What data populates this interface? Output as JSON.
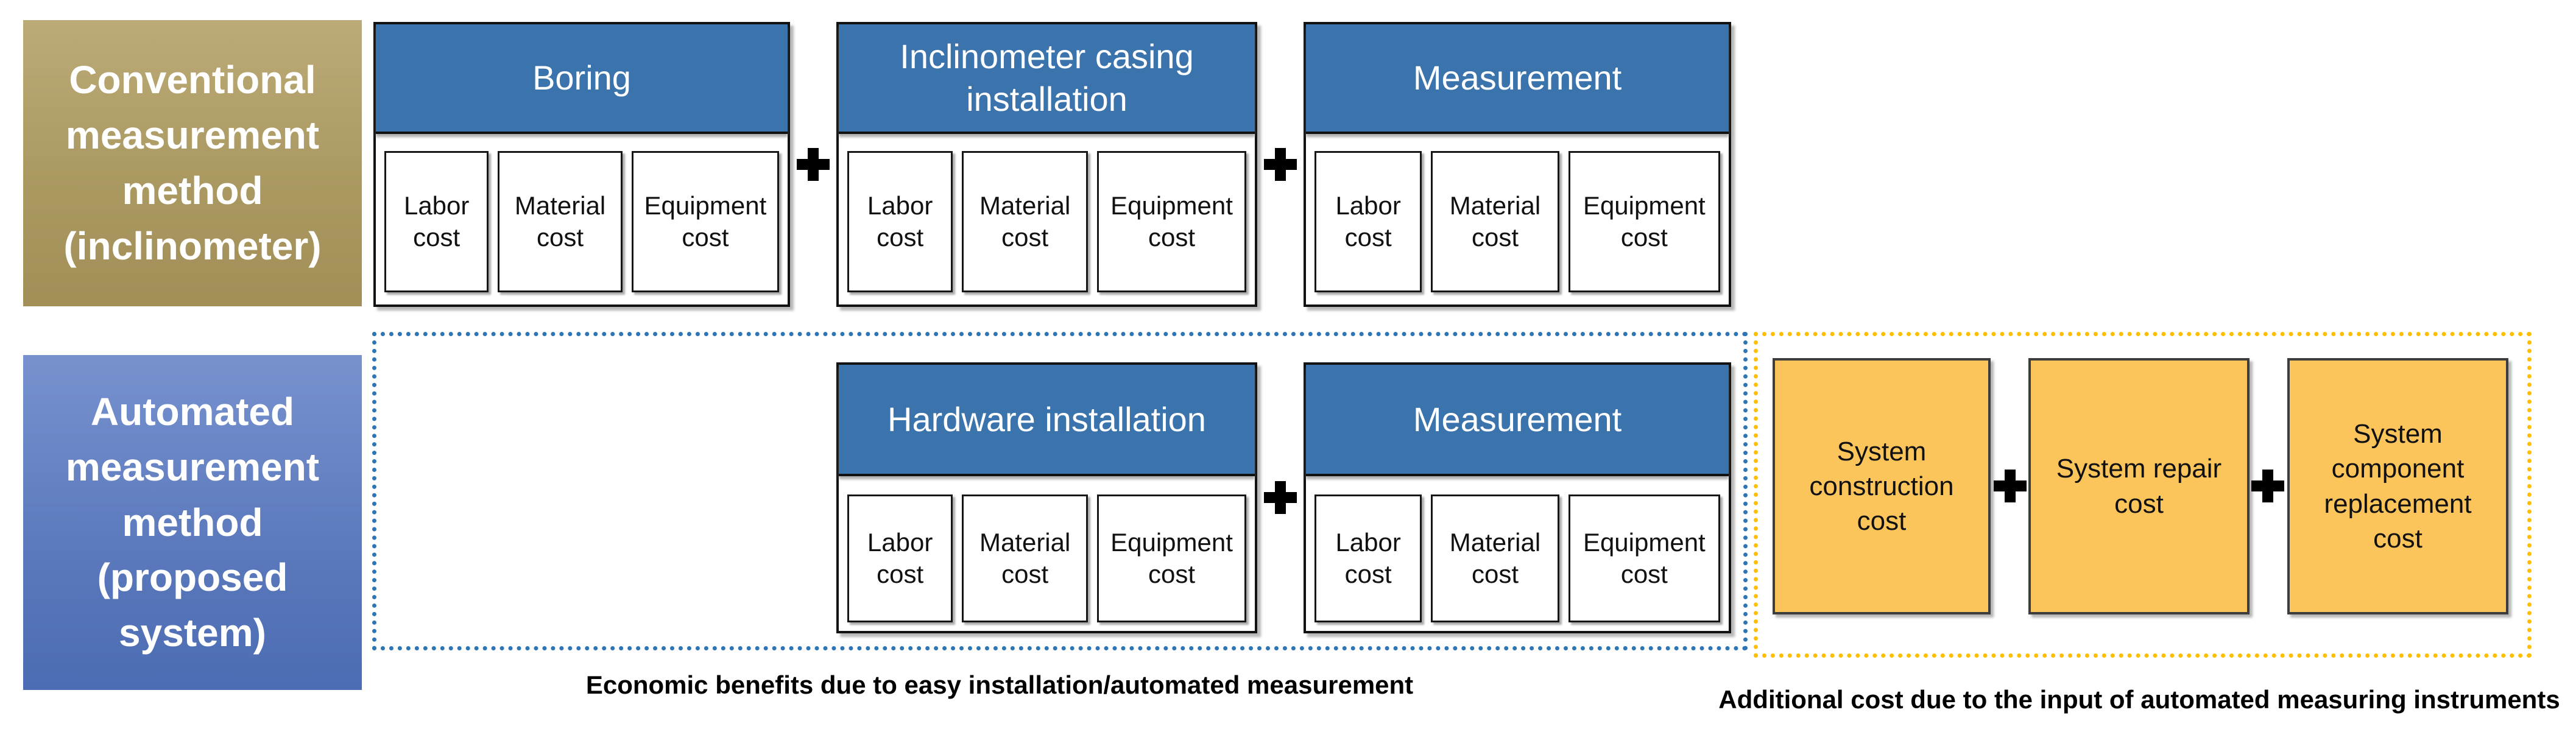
{
  "diagram": {
    "row1": {
      "label": "Conventional\nmeasurement\nmethod\n(inclinometer)",
      "groups": [
        {
          "header": "Boring",
          "costs": [
            "Labor cost",
            "Material cost",
            "Equipment cost"
          ]
        },
        {
          "header": "Inclinometer casing installation",
          "costs": [
            "Labor cost",
            "Material cost",
            "Equipment cost"
          ]
        },
        {
          "header": "Measurement",
          "costs": [
            "Labor cost",
            "Material cost",
            "Equipment cost"
          ]
        }
      ]
    },
    "row2": {
      "label": "Automated\nmeasurement\nmethod\n(proposed\nsystem)",
      "groups": [
        {
          "header": "Hardware installation",
          "costs": [
            "Labor cost",
            "Material cost",
            "Equipment cost"
          ]
        },
        {
          "header": "Measurement",
          "costs": [
            "Labor cost",
            "Material cost",
            "Equipment cost"
          ]
        }
      ],
      "system_costs": [
        "System construction cost",
        "System repair cost",
        "System component replacement cost"
      ]
    },
    "captions": {
      "economic": "Economic benefits due to easy installation/automated measurement",
      "additional": "Additional cost due to the input of automated measuring instruments"
    },
    "icons": {
      "plus": "plus"
    },
    "colors": {
      "process_header_blue": "#3b73ad",
      "label_tan_top": "#bcab77",
      "label_tan_bottom": "#a28f58",
      "label_blue_top": "#7892cf",
      "label_blue_bottom": "#4c6cb3",
      "system_box_orange": "#fbc55c",
      "dotted_border_blue": "#2e75b6",
      "dotted_border_orange": "#ffbf00"
    }
  }
}
